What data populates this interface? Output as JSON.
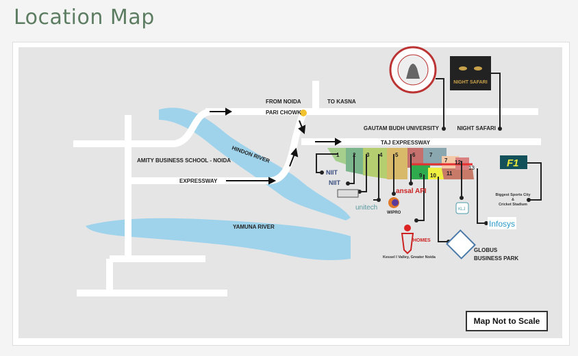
{
  "title": "Location Map",
  "roads": {
    "from_noida": "FROM NOIDA",
    "to_kasna": "TO KASNA",
    "pari_chowk": "PARI CHOWK",
    "taj_expressway": "TAJ EXPRESSWAY",
    "expressway": "EXPRESSWAY"
  },
  "rivers": {
    "hindon": "HINDON RIVER",
    "yamuna": "YAMUNA RIVER"
  },
  "places": {
    "amity": "AMITY BUSINESS SCHOOL - NOIDA",
    "gautam_budh": "GAUTAM BUDH UNIVERSITY",
    "night_safari": "NIGHT SAFARI",
    "night_safari_logo": "NIGHT SAFARI",
    "sports_city": [
      "Biggest Sports City",
      "&",
      "Cricket Stadium"
    ],
    "globus": [
      "GLOBUS",
      "BUSINESS PARK"
    ],
    "homes": "HOMES",
    "homes_location": "Kessel I Valley, Greater Noida"
  },
  "plots": [
    "1",
    "2",
    "3",
    "4",
    "5",
    "6",
    "7",
    "7",
    "9",
    "10",
    "11",
    "12",
    "13"
  ],
  "logos": {
    "niit1": "NIIT",
    "niit2": "NIIT",
    "unitech": "unitech",
    "ansal": "ansal API",
    "wipro": "WIPRO",
    "infosys": "Infosys",
    "f1": "F1",
    "klj": "KLJ"
  },
  "footer": {
    "scale_note": "Map Not to Scale"
  },
  "colors": {
    "title": "#5d7d62",
    "river": "#9fd3ec",
    "road": "#ffffff",
    "map_bg": "#e5e5e6"
  }
}
